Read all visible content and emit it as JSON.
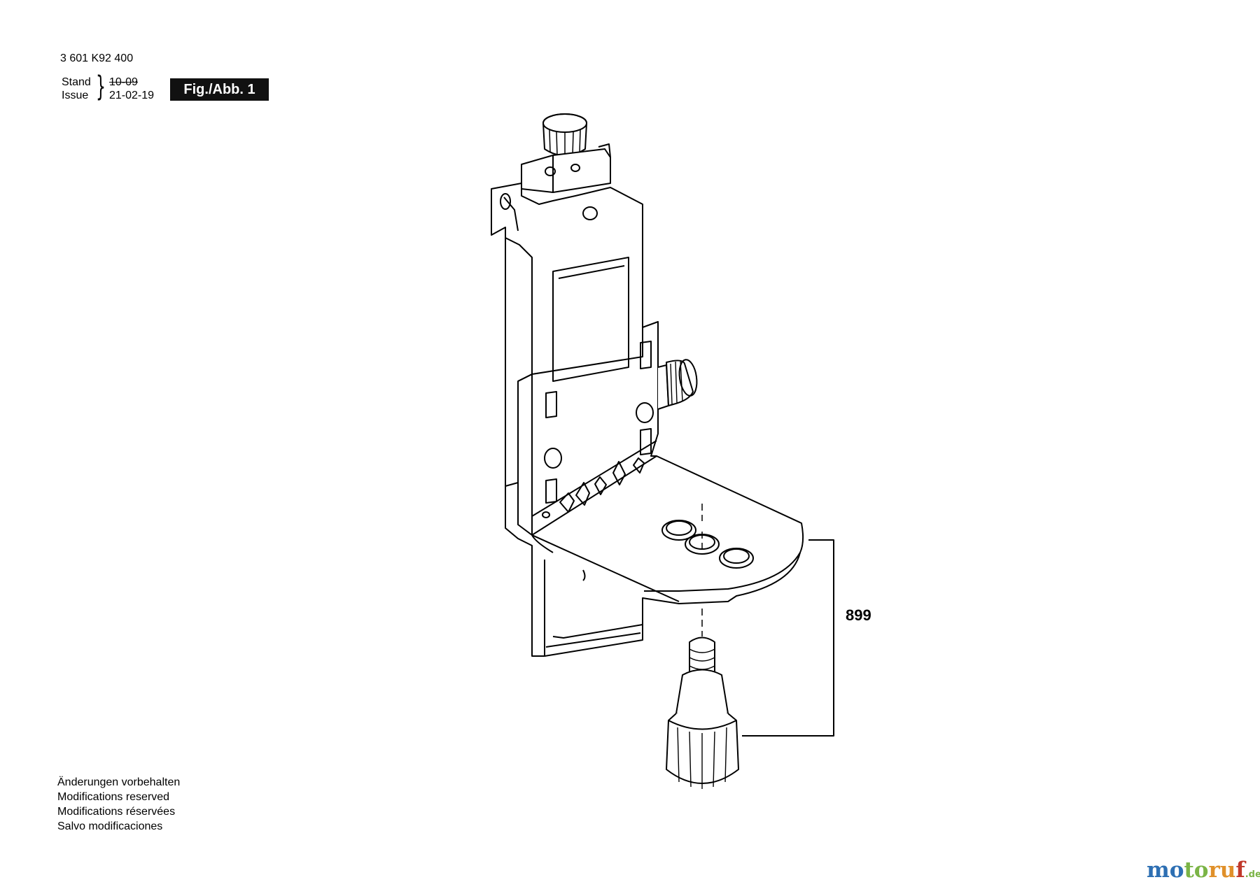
{
  "header": {
    "part_number": "3 601 K92 400",
    "stand_label": "Stand",
    "issue_label": "Issue",
    "stand_date": "10-09",
    "issue_date": "21-02-19",
    "figure_label": "Fig./Abb. 1"
  },
  "callouts": [
    {
      "label": "899"
    }
  ],
  "notes": [
    "Änderungen vorbehalten",
    "Modifications reserved",
    "Modifications réservées",
    "Salvo modificaciones"
  ],
  "watermark": {
    "text": "motoruf",
    "suffix": ".de",
    "colors": [
      "#2d6fb3",
      "#7bb446",
      "#e0902a",
      "#c0392b"
    ]
  }
}
